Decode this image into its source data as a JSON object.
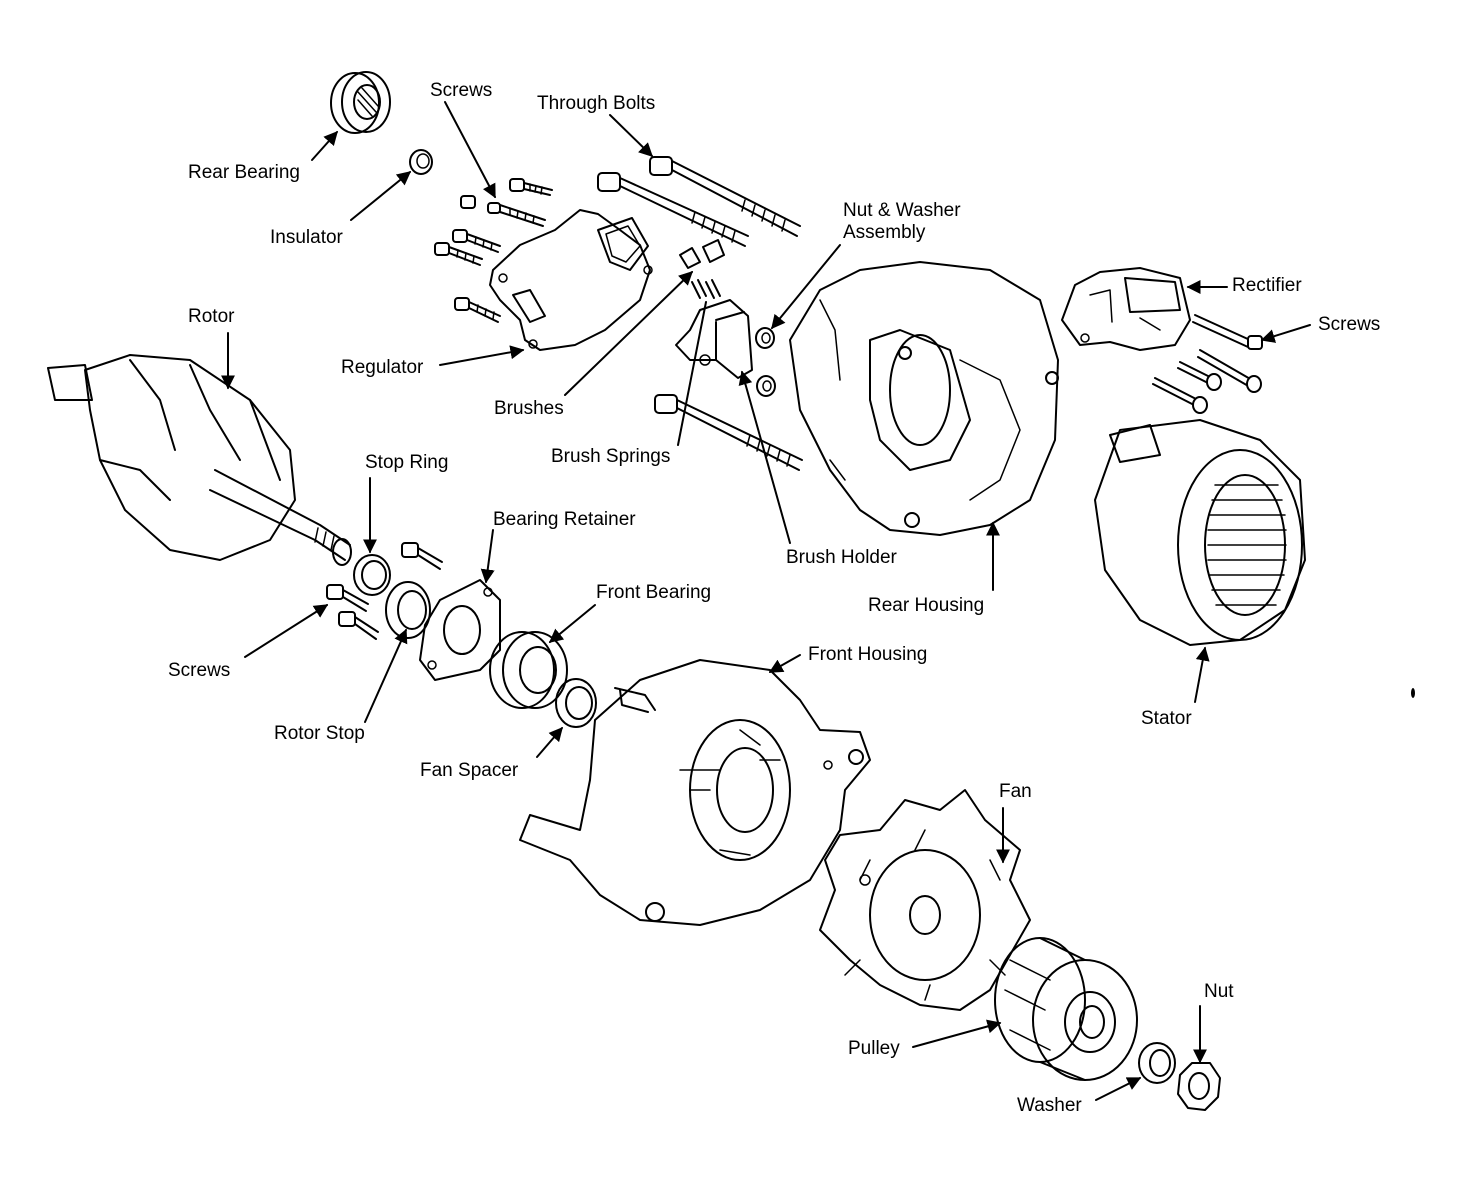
{
  "labels": {
    "rear_bearing": "Rear Bearing",
    "insulator": "Insulator",
    "screws_top": "Screws",
    "through_bolts": "Through Bolts",
    "nut_washer_line1": "Nut & Washer",
    "nut_washer_line2": "Assembly",
    "rectifier": "Rectifier",
    "screws_right": "Screws",
    "rotor": "Rotor",
    "regulator": "Regulator",
    "brushes": "Brushes",
    "brush_springs": "Brush Springs",
    "brush_holder": "Brush Holder",
    "rear_housing": "Rear Housing",
    "stop_ring": "Stop Ring",
    "bearing_retainer": "Bearing Retainer",
    "front_bearing": "Front Bearing",
    "screws_left": "Screws",
    "rotor_stop": "Rotor Stop",
    "fan_spacer": "Fan Spacer",
    "front_housing": "Front Housing",
    "stator": "Stator",
    "fan": "Fan",
    "pulley": "Pulley",
    "nut": "Nut",
    "washer": "Washer"
  }
}
